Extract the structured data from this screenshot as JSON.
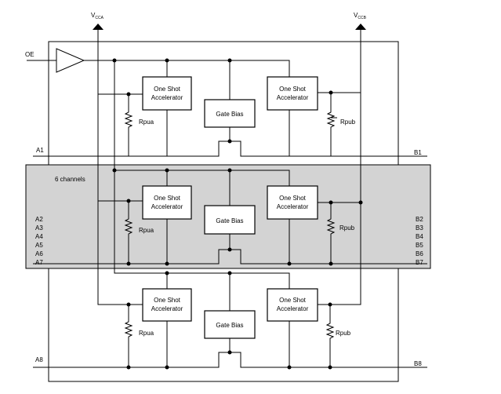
{
  "supplies": {
    "vcca": "V",
    "vcca_sub": "CCA",
    "vccb": "V",
    "vccb_sub": "CCB"
  },
  "oe_label": "OE",
  "channels_label": "6 channels",
  "blocks": {
    "osa_line1": "One Shot",
    "osa_line2": "Accelerator",
    "gate_bias": "Gate Bias",
    "rpua": "Rpua",
    "rpub": "Rpub"
  },
  "a_ports": [
    "A1",
    "A2",
    "A3",
    "A4",
    "A5",
    "A6",
    "A7",
    "A8"
  ],
  "b_ports": [
    "B1",
    "B2",
    "B3",
    "B4",
    "B5",
    "B6",
    "B7",
    "B8"
  ],
  "colors": {
    "channel_band": "#d3d3d3",
    "ink": "#000000"
  }
}
